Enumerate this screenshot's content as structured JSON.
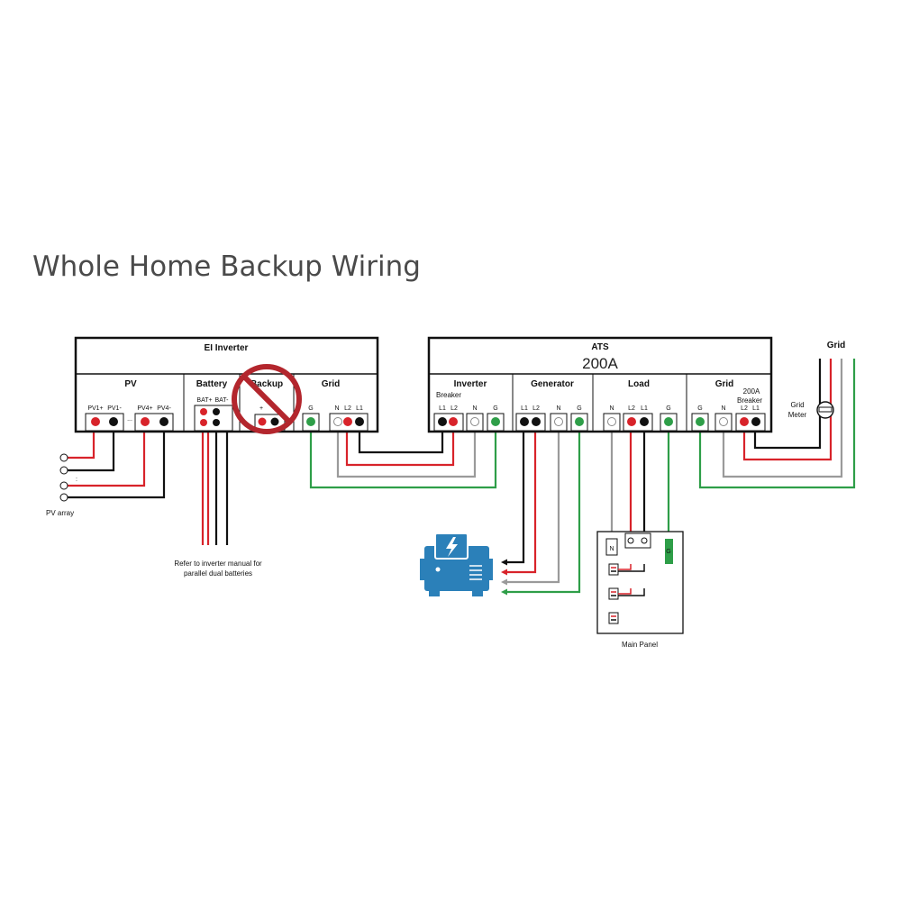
{
  "title": "Whole Home Backup Wiring",
  "inverter": {
    "title": "EI Inverter",
    "pv_label": "PV",
    "pv_terms": [
      "PV1+",
      "PV1-",
      "PV4+",
      "PV4-"
    ],
    "pv_dots": "...",
    "battery_label": "Battery",
    "battery_terms": [
      "BAT+",
      "BAT-"
    ],
    "backup_label": "Backup",
    "backup_plus": "+",
    "grid_label": "Grid",
    "grid_terms": [
      "G",
      "N",
      "L2",
      "L1"
    ]
  },
  "ats": {
    "title": "ATS",
    "rating": "200A",
    "inverter_label": "Inverter",
    "breaker_label": "Breaker",
    "inverter_terms": [
      "L1",
      "L2",
      "N",
      "G"
    ],
    "generator_label": "Generator",
    "generator_terms": [
      "L1",
      "L2",
      "N",
      "G"
    ],
    "load_label": "Load",
    "load_terms": [
      "N",
      "L2",
      "L1",
      "G"
    ],
    "grid_label": "Grid",
    "grid_breaker_rating": "200A",
    "grid_breaker_label": "Breaker",
    "grid_terms": [
      "G",
      "N",
      "L2",
      "L1"
    ]
  },
  "grid_source": {
    "label": "Grid",
    "meter_line1": "Grid",
    "meter_line2": "Meter"
  },
  "pv_array_label": "PV array",
  "pv_array_dots": ":",
  "battery_note_line1": "Refer to inverter manual for",
  "battery_note_line2": "parallel dual batteries",
  "main_panel": {
    "label": "Main Panel",
    "n_label": "N",
    "g_label": "G"
  },
  "colors": {
    "red": "#d8232a",
    "black": "#111111",
    "gray": "#9a9a9a",
    "green": "#2e9e48",
    "generator_blue": "#2b80b9",
    "prohibited": "#b3262d"
  },
  "icons": [
    "prohibited-icon",
    "generator-icon",
    "grid-meter-icon"
  ]
}
